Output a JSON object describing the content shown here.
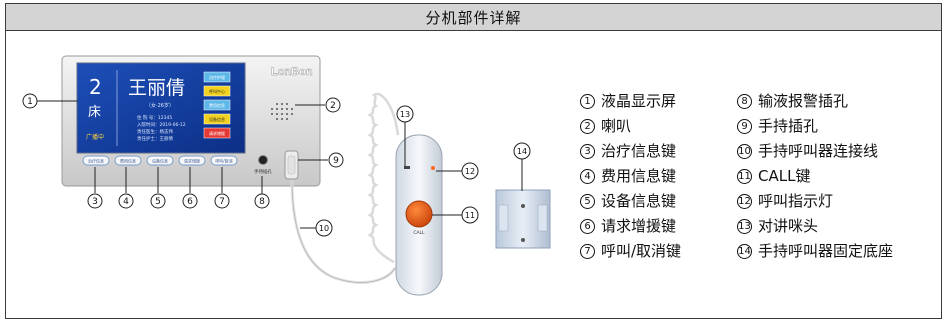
{
  "title": "分机部件详解",
  "device": {
    "brand": "LonBon",
    "bed_number": "2",
    "bed_word": "床",
    "patient_name": "王丽倩",
    "patient_sub": "（女·26岁）",
    "info_lines": [
      "住 院 号：12345",
      "入院时间：2019-06-12",
      "责任医生：杨志伟",
      "责任护士：王丽倩"
    ],
    "status_text": "广播中",
    "side_buttons": [
      "治疗护理",
      "呼叫中心",
      "费用信息",
      "设备信息",
      "请求增援"
    ],
    "bottom_buttons": [
      "治疗信息",
      "费用信息",
      "设备信息",
      "请求增援",
      "呼叫/取消"
    ],
    "jack_label": "手持插孔",
    "handset_label": "CALL"
  },
  "callouts": [
    "1",
    "2",
    "3",
    "4",
    "5",
    "6",
    "7",
    "8",
    "9",
    "10",
    "11",
    "12",
    "13",
    "14"
  ],
  "legend_left": [
    {
      "n": "1",
      "label": "液晶显示屏"
    },
    {
      "n": "2",
      "label": "喇叭"
    },
    {
      "n": "3",
      "label": "治疗信息键"
    },
    {
      "n": "4",
      "label": "费用信息键"
    },
    {
      "n": "5",
      "label": "设备信息键"
    },
    {
      "n": "6",
      "label": "请求增援键"
    },
    {
      "n": "7",
      "label": "呼叫/取消键"
    }
  ],
  "legend_right": [
    {
      "n": "8",
      "label": "输液报警插孔"
    },
    {
      "n": "9",
      "label": "手持插孔"
    },
    {
      "n": "10",
      "label": "手持呼叫器连接线"
    },
    {
      "n": "11",
      "label": "CALL键"
    },
    {
      "n": "12",
      "label": "呼叫指示灯"
    },
    {
      "n": "13",
      "label": "对讲咪头"
    },
    {
      "n": "14",
      "label": "手持呼叫器固定底座"
    }
  ]
}
